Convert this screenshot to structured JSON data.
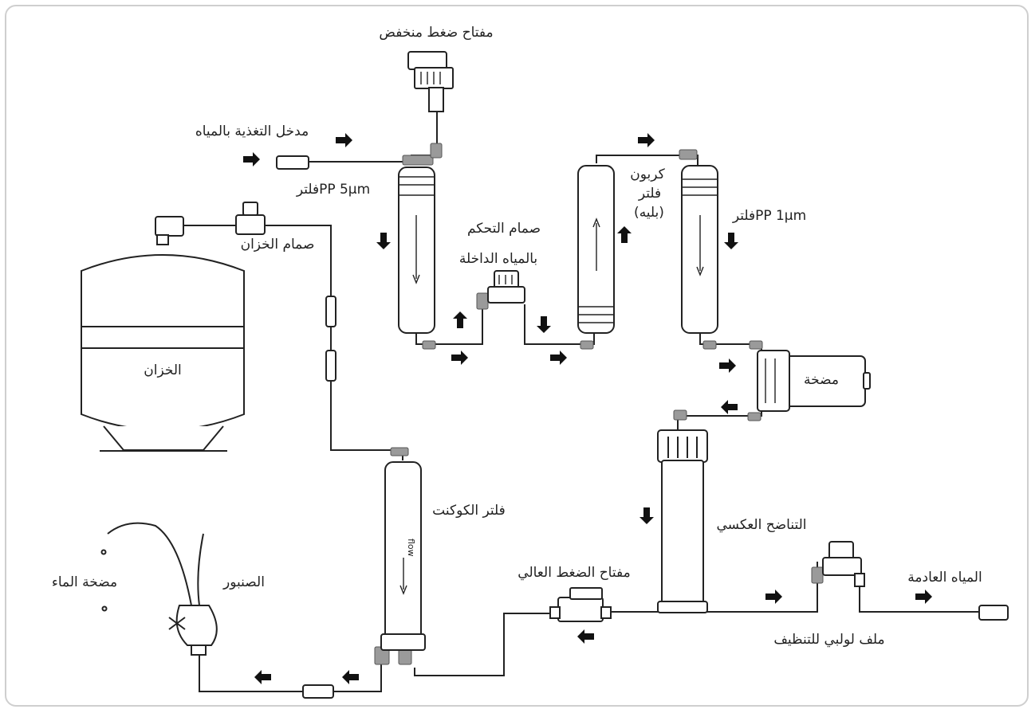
{
  "labels": {
    "low_pressure_switch": "مفتاح ضغط منخفض",
    "water_inlet": "مدخل التغذية بالمياه",
    "pp5_filter": "فلترPP 5µm",
    "tank_valve": "صمام الخزان",
    "inlet_valve_line1": "صمام التحكم",
    "inlet_valve_line2": "بالمياه الداخلة",
    "carbon_line1": "كربون",
    "carbon_line2": "فلتر",
    "carbon_line3": "(بليه)",
    "pp1_filter": "فلترPP 1µm",
    "pump": "مضخة",
    "tank": "الخزان",
    "coconut_filter": "فلتر الكوكنت",
    "ro_membrane": "التناضح العكسي",
    "high_pressure_switch": "مفتاح الضغط العالي",
    "waste_water": "المياه العادمة",
    "flush_solenoid": "ملف لولبي للتنظيف",
    "faucet": "الصنبور",
    "water_pump_faucet": "مضخة الماء",
    "flow_text": "flow"
  },
  "colors": {
    "line": "#222222",
    "fitting": "#9a9a9a",
    "frame": "#cfcfcf"
  }
}
